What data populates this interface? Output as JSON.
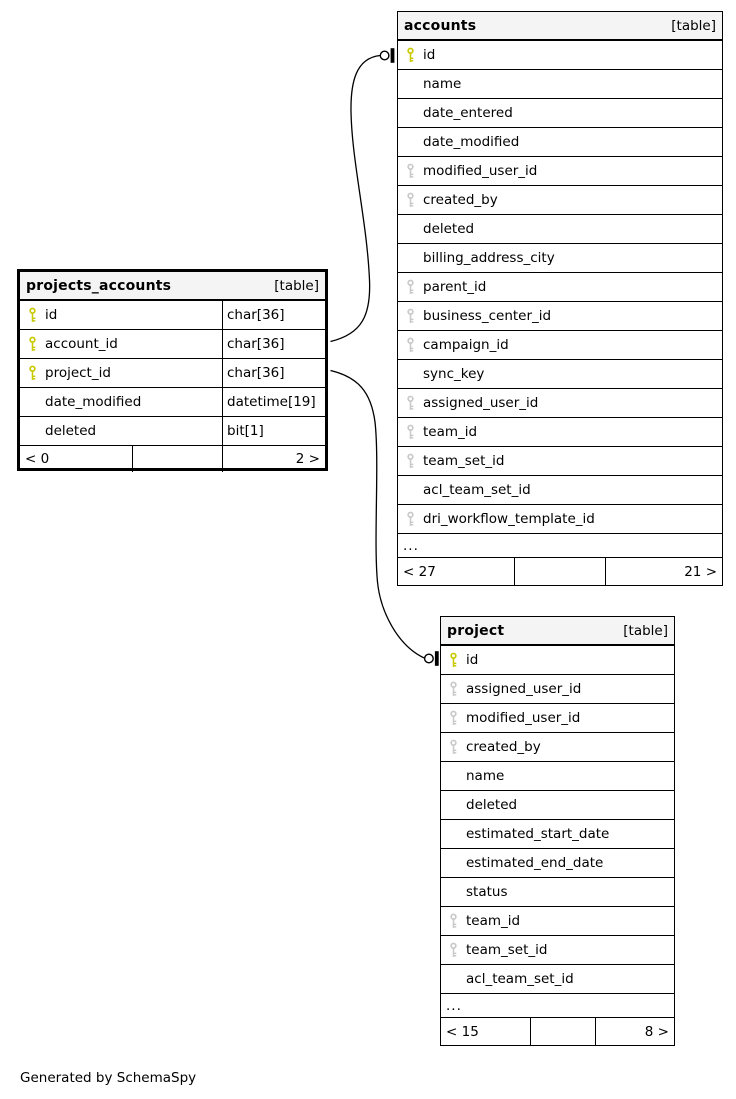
{
  "diagram": {
    "footer_note": "Generated by SchemaSpy"
  },
  "colors": {
    "primary_key_icon": "#c9c900",
    "foreign_key_icon": "#c9c9c9",
    "header_bg": "#f4f4f4",
    "border": "#000000"
  },
  "tables": [
    {
      "name": "projects_accounts",
      "badge": "[table]",
      "focal": true,
      "columns": [
        {
          "name": "id",
          "type": "char[36]",
          "key": "primary"
        },
        {
          "name": "account_id",
          "type": "char[36]",
          "key": "primary"
        },
        {
          "name": "project_id",
          "type": "char[36]",
          "key": "primary"
        },
        {
          "name": "date_modified",
          "type": "datetime[19]",
          "key": "none"
        },
        {
          "name": "deleted",
          "type": "bit[1]",
          "key": "none"
        }
      ],
      "footer": {
        "left": "< 0",
        "right": "2 >"
      }
    },
    {
      "name": "accounts",
      "badge": "[table]",
      "focal": false,
      "columns": [
        {
          "name": "id",
          "key": "primary"
        },
        {
          "name": "name",
          "key": "none"
        },
        {
          "name": "date_entered",
          "key": "none"
        },
        {
          "name": "date_modified",
          "key": "none"
        },
        {
          "name": "modified_user_id",
          "key": "foreign"
        },
        {
          "name": "created_by",
          "key": "foreign"
        },
        {
          "name": "deleted",
          "key": "none"
        },
        {
          "name": "billing_address_city",
          "key": "none"
        },
        {
          "name": "parent_id",
          "key": "foreign"
        },
        {
          "name": "business_center_id",
          "key": "foreign"
        },
        {
          "name": "campaign_id",
          "key": "foreign"
        },
        {
          "name": "sync_key",
          "key": "none"
        },
        {
          "name": "assigned_user_id",
          "key": "foreign"
        },
        {
          "name": "team_id",
          "key": "foreign"
        },
        {
          "name": "team_set_id",
          "key": "foreign"
        },
        {
          "name": "acl_team_set_id",
          "key": "none"
        },
        {
          "name": "dri_workflow_template_id",
          "key": "foreign"
        }
      ],
      "more_columns_label": "...",
      "footer": {
        "left": "< 27",
        "right": "21 >"
      }
    },
    {
      "name": "project",
      "badge": "[table]",
      "focal": false,
      "columns": [
        {
          "name": "id",
          "key": "primary"
        },
        {
          "name": "assigned_user_id",
          "key": "foreign"
        },
        {
          "name": "modified_user_id",
          "key": "foreign"
        },
        {
          "name": "created_by",
          "key": "foreign"
        },
        {
          "name": "name",
          "key": "none"
        },
        {
          "name": "deleted",
          "key": "none"
        },
        {
          "name": "estimated_start_date",
          "key": "none"
        },
        {
          "name": "estimated_end_date",
          "key": "none"
        },
        {
          "name": "status",
          "key": "none"
        },
        {
          "name": "team_id",
          "key": "foreign"
        },
        {
          "name": "team_set_id",
          "key": "foreign"
        },
        {
          "name": "acl_team_set_id",
          "key": "none"
        }
      ],
      "more_columns_label": "...",
      "footer": {
        "left": "< 15",
        "right": "8 >"
      }
    }
  ],
  "relationships": [
    {
      "from_table": "projects_accounts",
      "from_column": "account_id",
      "to_table": "accounts",
      "to_column": "id"
    },
    {
      "from_table": "projects_accounts",
      "from_column": "project_id",
      "to_table": "project",
      "to_column": "id"
    }
  ]
}
